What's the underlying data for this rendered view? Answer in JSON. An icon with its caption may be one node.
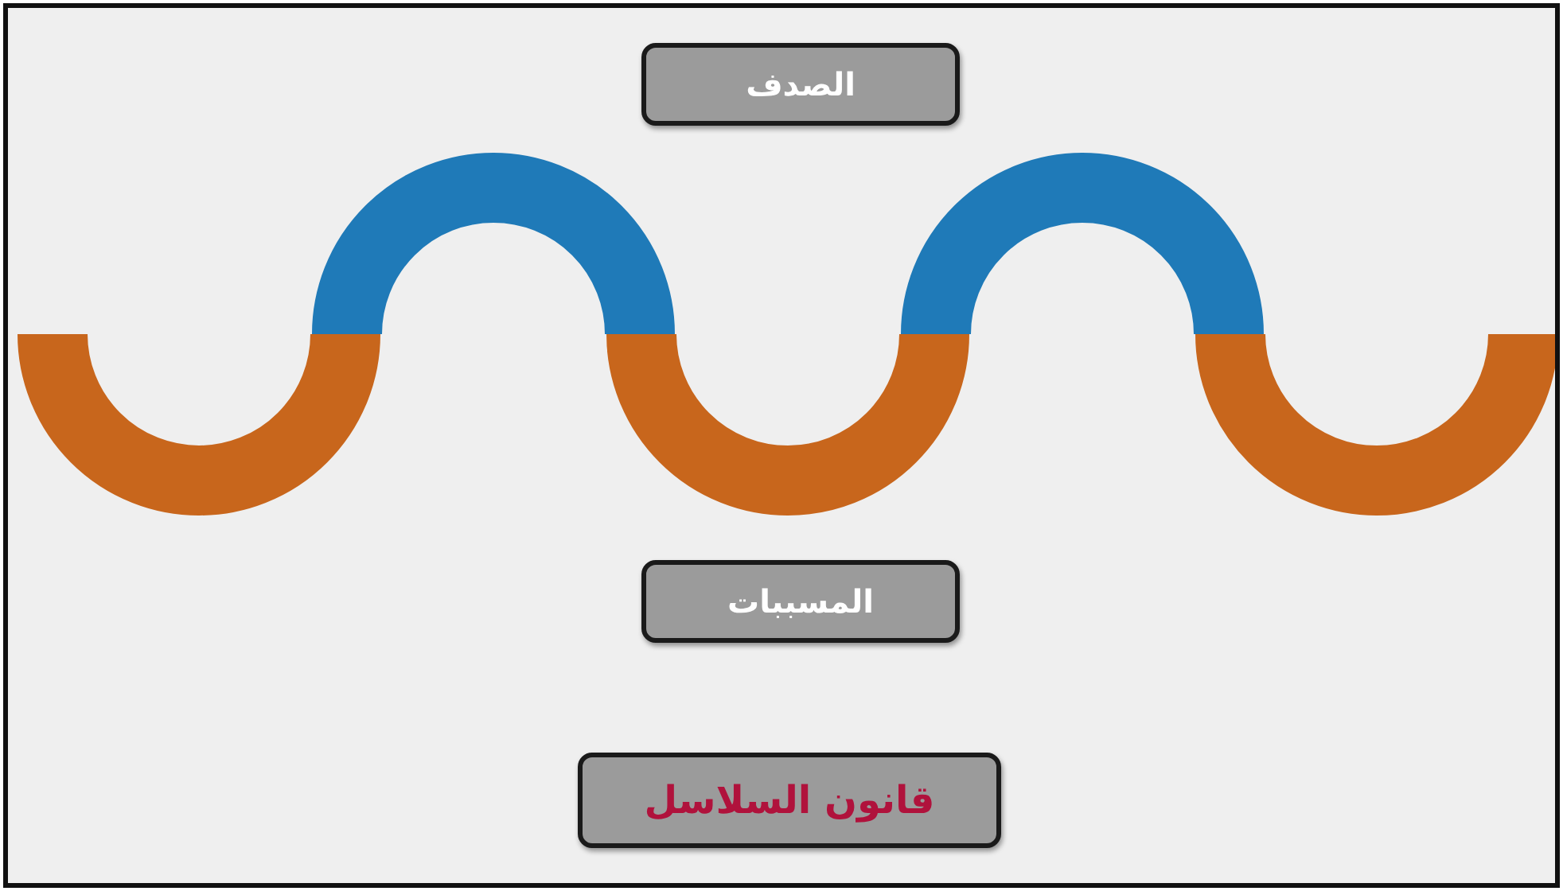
{
  "diagram": {
    "nodes": [
      {
        "text": [
          "الصدف"
        ]
      },
      {
        "text": [
          "المسببات"
        ]
      },
      {
        "text": [
          "قانون السلاسل"
        ]
      }
    ]
  }
}
